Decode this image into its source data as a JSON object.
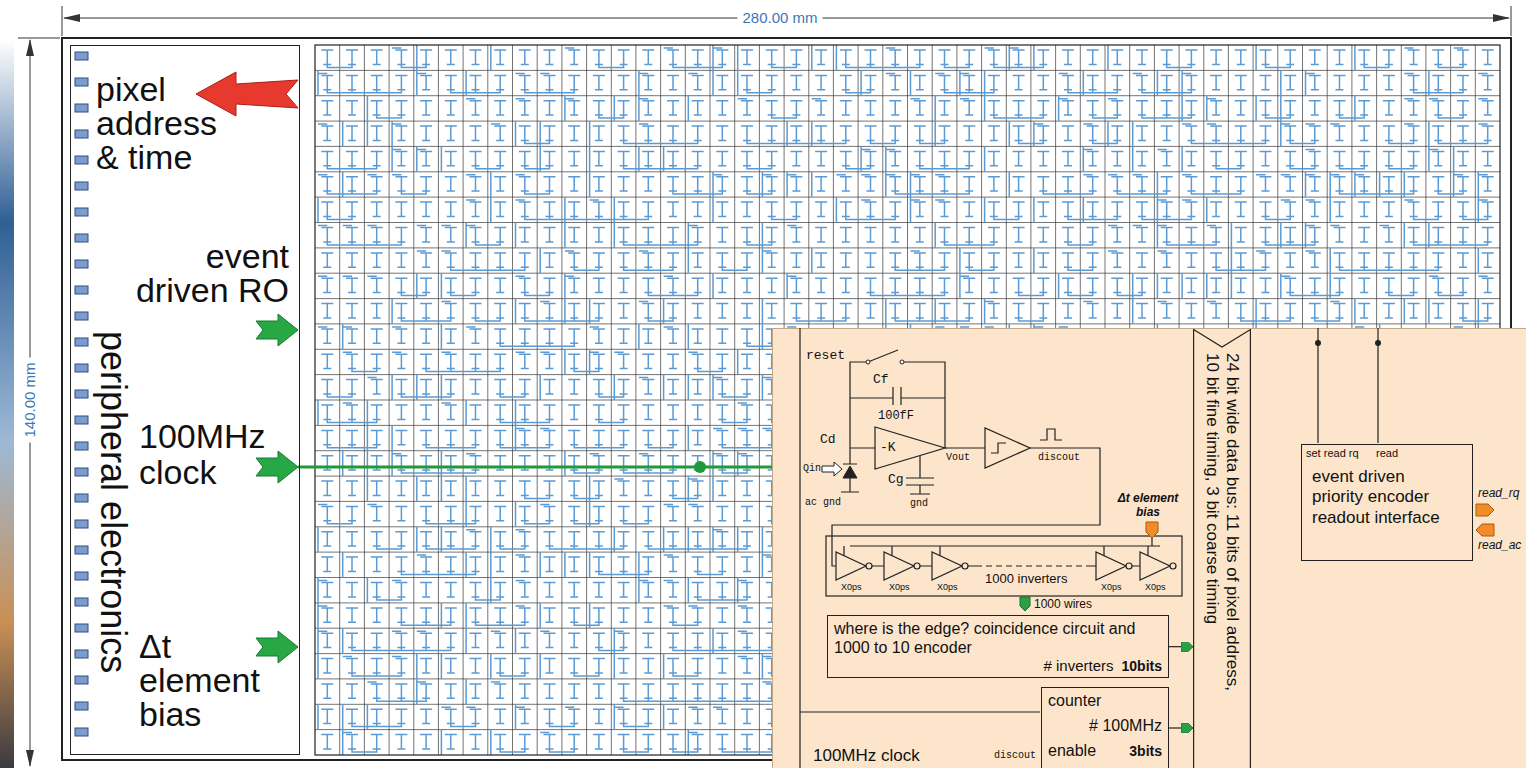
{
  "diagram": {
    "nodes": [
      {
        "text": [
          "pixel address & time",
          "event driven RO",
          "peripheral electronics",
          "100MHz clock",
          "Δt element bias"
        ]
      },
      {
        "text": [
          "100MHz clock"
        ]
      },
      {
        "text": [
          "24 bit wide data bus: 11 bits of pixel address, 10 bit fine timing, 3 bit coarse timing"
        ],
        "in": 1
      },
      {
        "text": [
          "set read rq",
          "read",
          "event driven priority encoder readout interface"
        ],
        "in": 1
      },
      {
        "text": [
          "where is the edge? coincidence circuit and 1000 to 10 encoder",
          "# inverters",
          "10bits"
        ],
        "in": 1
      },
      {
        "text": [
          "counter",
          "# 100MHz",
          "enable",
          "3bits"
        ],
        "in": 1
      }
    ],
    "edges": [
      {
        "from": 4,
        "to": 2,
        "arrow": "to"
      },
      {
        "from": 5,
        "to": 2,
        "arrow": "to"
      }
    ],
    "labels": [
      "280.00 mm",
      "140.00 mm",
      "reset",
      "Cf",
      "100fF",
      "-K",
      "Vout",
      "discout",
      "Cd",
      "Qin",
      "Cg",
      "ac gnd",
      "gnd",
      "Δt element bias",
      "X0ps",
      "X0ps",
      "X0ps",
      "X0ps",
      "X0ps",
      "1000 inverters",
      "1000 wires",
      "discout",
      "read_rq",
      "read_ac"
    ]
  }
}
